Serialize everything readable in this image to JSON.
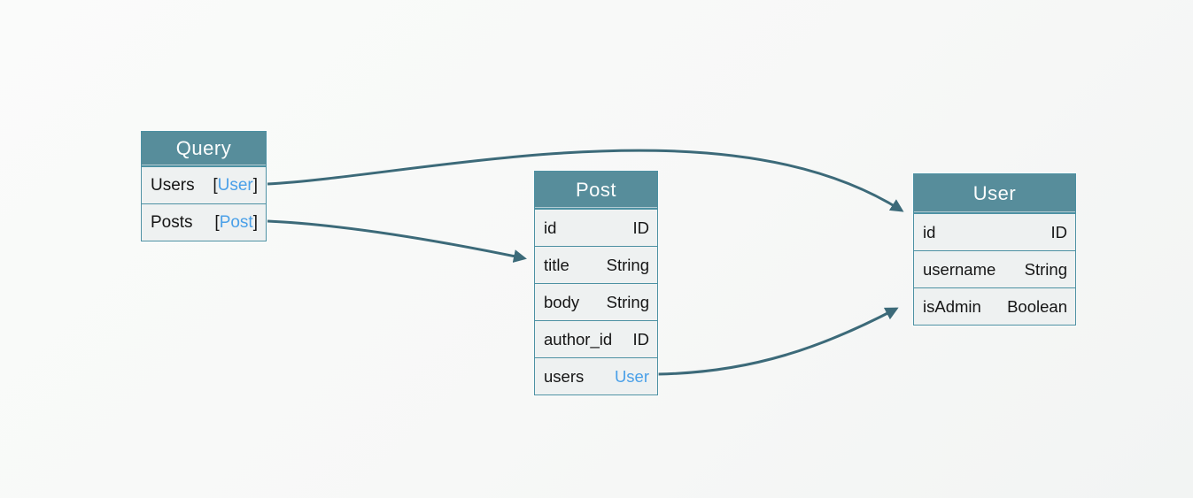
{
  "diagram": {
    "kind": "graphql-schema-graph",
    "colors": {
      "header_teal": "#578d9b",
      "border_teal": "#4d91a3",
      "row_bg": "#eef1f1",
      "link_blue": "#4aa0e8",
      "arrow": "#3c6a79"
    },
    "nodes": {
      "query": {
        "title": "Query",
        "rows": [
          {
            "name": "Users",
            "type_open": "[",
            "type": "User",
            "type_close": "]"
          },
          {
            "name": "Posts",
            "type_open": "[",
            "type": "Post",
            "type_close": "]"
          }
        ]
      },
      "post": {
        "title": "Post",
        "rows": [
          {
            "name": "id",
            "type": "ID"
          },
          {
            "name": "title",
            "type": "String"
          },
          {
            "name": "body",
            "type": "String"
          },
          {
            "name": "author_id",
            "type": "ID"
          },
          {
            "name": "users",
            "type": "User"
          }
        ]
      },
      "user": {
        "title": "User",
        "rows": [
          {
            "name": "id",
            "type": "ID"
          },
          {
            "name": "username",
            "type": "String"
          },
          {
            "name": "isAdmin",
            "type": "Boolean"
          }
        ]
      }
    },
    "edges": [
      {
        "from": "Query.Users",
        "to": "User"
      },
      {
        "from": "Query.Posts",
        "to": "Post"
      },
      {
        "from": "Post.users",
        "to": "User"
      }
    ]
  }
}
